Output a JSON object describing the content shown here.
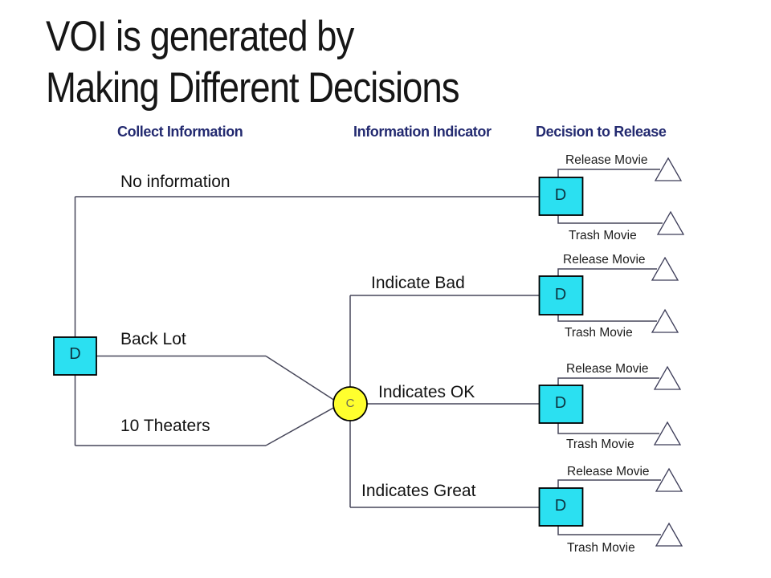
{
  "title": {
    "line1": "VOI is generated by",
    "line2": "Making Different Decisions"
  },
  "column_headers": [
    "Collect Information",
    "Information Indicator",
    "Decision to Release"
  ],
  "nodes": {
    "root_decision": "D",
    "indicator_chance": "C",
    "release_decision_1": "D",
    "release_decision_2": "D",
    "release_decision_3": "D",
    "release_decision_4": "D"
  },
  "branches": {
    "no_information": "No information",
    "back_lot": "Back Lot",
    "ten_theaters": "10 Theaters",
    "indicate_bad": "Indicate Bad",
    "indicates_ok": "Indicates OK",
    "indicates_great": "Indicates Great"
  },
  "outcomes": [
    {
      "release": "Release Movie",
      "trash": "Trash Movie"
    },
    {
      "release": "Release Movie",
      "trash": "Trash Movie"
    },
    {
      "release": "Release Movie",
      "trash": "Trash Movie"
    },
    {
      "release": "Release Movie",
      "trash": "Trash Movie"
    }
  ],
  "colors": {
    "decision_node_fill": "#2BE0F1",
    "chance_node_fill": "#FFFF2E",
    "node_border": "#000000",
    "connector_line": "#47475A",
    "terminal_fill": "#FFFFFF",
    "terminal_stroke": "#3C3C58",
    "header_text": "#232A70",
    "body_text": "#121212",
    "background": "#FFFFFF"
  }
}
